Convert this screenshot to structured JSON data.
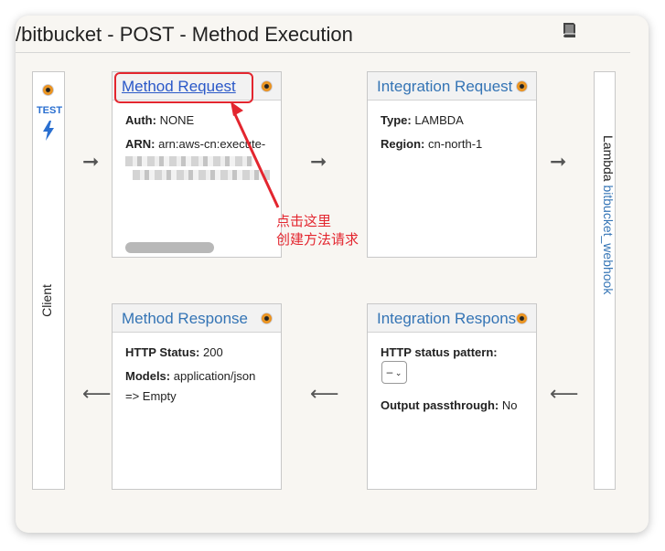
{
  "page": {
    "title": "/bitbucket - POST - Method Execution"
  },
  "client": {
    "test_label": "TEST",
    "label": "Client"
  },
  "method_request": {
    "title": "Method Request",
    "auth_key": "Auth:",
    "auth_value": "NONE",
    "arn_key": "ARN:",
    "arn_value": "arn:aws-cn:execute-"
  },
  "integration_request": {
    "title": "Integration Request",
    "type_key": "Type:",
    "type_value": "LAMBDA",
    "region_key": "Region:",
    "region_value": "cn-north-1"
  },
  "lambda": {
    "prefix": "Lambda",
    "function_name": "bitbucket_webhook"
  },
  "method_response": {
    "title": "Method Response",
    "status_key": "HTTP Status:",
    "status_value": "200",
    "models_key": "Models:",
    "models_value": "application/json",
    "models_value_2": "=> Empty"
  },
  "integration_response": {
    "title": "Integration Response",
    "pattern_key": "HTTP status pattern:",
    "pattern_select_value": "–",
    "passthrough_key": "Output passthrough:",
    "passthrough_value": "No"
  },
  "annotation": {
    "line1": "点击这里",
    "line2": "创建方法请求",
    "color": "#e3262f"
  },
  "colors": {
    "title_blue": "#3474b5",
    "link_blue": "#2a58c8",
    "lightning_blue": "#2a6fd0"
  },
  "icons": {
    "book": "book-icon",
    "settings_dot": "orange-dot-icon",
    "lightning": "lightning-icon",
    "arrow_right": "arrow-right-icon",
    "arrow_left": "arrow-left-icon"
  }
}
